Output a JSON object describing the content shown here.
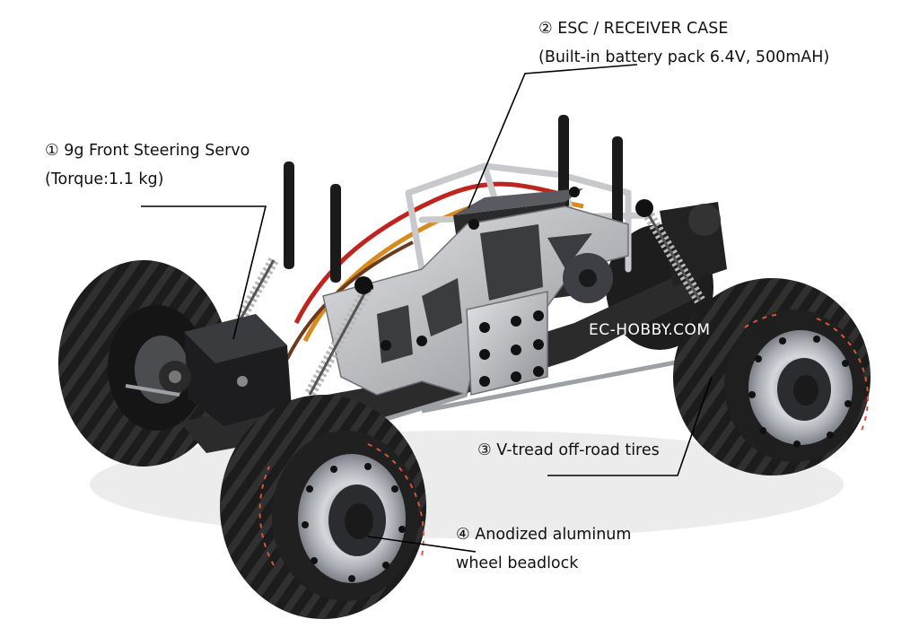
{
  "callouts": {
    "esc": {
      "title": "② ESC / RECEIVER CASE",
      "subtitle": "(Built-in battery pack 6.4V, 500mAH)"
    },
    "servo": {
      "title": "① 9g Front Steering Servo",
      "subtitle": "(Torque:1.1 kg)"
    },
    "tires": {
      "title": "③ V-tread off-road tires"
    },
    "wheel": {
      "title": "④ Anodized aluminum",
      "subtitle": "wheel beadlock"
    }
  },
  "watermark": "EC-HOBBY.COM",
  "colors": {
    "background": "#ffffff",
    "tire": "#1a1a1a",
    "tread": "#2e2e2e",
    "chassis_silver": "#c9c9cc",
    "chassis_dark": "#6f7076",
    "rim_silver": "#b8bbc0",
    "tire_lettering": "#d6553a",
    "spring": "#b9b9b9",
    "wire_red": "#c0241f",
    "wire_orange": "#d98a1e",
    "text": "#111111"
  }
}
